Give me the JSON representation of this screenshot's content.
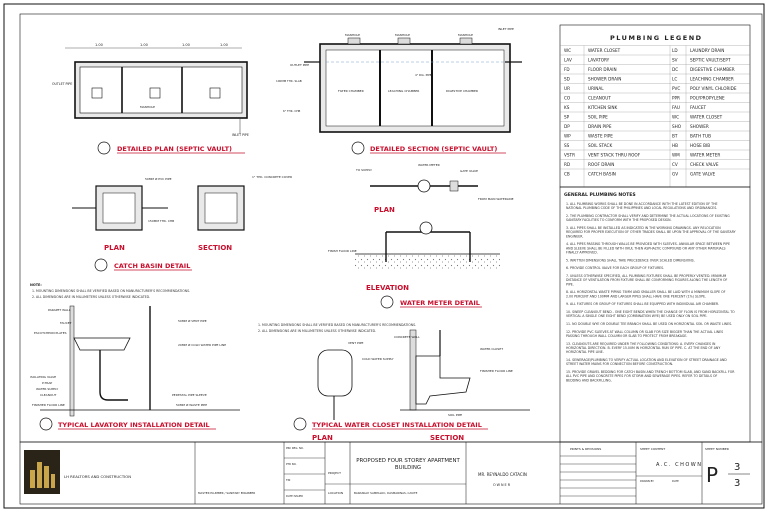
{
  "titles": {
    "detailed_plan": "DETAILED PLAN (SEPTIC VAULT)",
    "detailed_section": "DETAILED SECTION (SEPTIC VAULT)",
    "catch_basin": "CATCH BASIN DETAIL",
    "water_meter": "WATER METER DETAIL",
    "lavatory": "TYPICAL LAVATORY INSTALLATION DETAIL",
    "water_closet": "TYPICAL WATER CLOSET INSTALLATION DETAIL",
    "plan": "PLAN",
    "section": "SECTION",
    "elevation": "ELEVATION"
  },
  "vault_plan_labels": {
    "dims": [
      "1.00",
      "1.00",
      "1.00",
      "1.00"
    ],
    "outlet_pipe": "OUTLET PIPE",
    "inlet_pipe": "INLET PIPE",
    "manhole": "MANHOLE",
    "outlet_pipe_left": "OUTLET PIPE"
  },
  "vault_section_labels": {
    "manholes": [
      "MANHOLE",
      "MANHOLE",
      "MANHOLE"
    ],
    "inlet_pipe": "INLET PIPE",
    "outlet_pipe": "OUTLET PIPE",
    "filter_chamber": "FILTER CHAMBER",
    "leaching_chamber": "LEACHING CHAMBER",
    "digestive_chamber": "DIGESTIVE CHAMBER",
    "slab_note": "100MM THK. SLAB",
    "chb_note": "6\" THK. CHB",
    "gravel_note": "50MM GRAVEL & SAND WITH 0.10 OF FILL",
    "pipe_note": "4\" DIA. PIPE"
  },
  "catch_basin_labels": {
    "pvc": "50MM Ø PVC PIPE",
    "chb": "150MM THK. CHB",
    "cover": "1\" THK. CONCRETE COVER"
  },
  "water_meter_labels": {
    "to_supply": "TO SUPPLY",
    "meter": "WATER METER",
    "gate_valve": "GATE VALVE",
    "from_main": "FROM MAIN WATERLINE",
    "floor_line": "FINISH FLOOR LINE"
  },
  "lav_labels": {
    "parapet": "PARAPET WALL",
    "faucet": "FAUCET",
    "escutcheon": "ESCUTCHEON PLATES",
    "isolating": "ISOLATING VALVE",
    "ptrap": "P-TRAP",
    "supply": "WATER SUPPLY",
    "cleanout": "CLEANOUT",
    "floor": "FINISHED FLOOR LINE",
    "vent": "50MM Ø VENT PIPE",
    "cold": "20MM Ø COLD WATER PIPE LINE",
    "pedestal": "PEDESTAL PIPE SLEEVE",
    "waste": "50MM Ø WASTE PIPE"
  },
  "wc_labels": {
    "concrete_wall": "CONCRETE WALL",
    "water_closet": "WATER CLOSET",
    "finished": "FINISHED FLOOR LINE",
    "vent": "VENT PIPE",
    "soil": "SOIL PIPE",
    "cold": "COLD WATER SUPPLY"
  },
  "notes": {
    "heading": "NOTE:",
    "items": [
      "1. MOUNTING DIMENSIONS SHALL BE VERIFIED BASED ON MANUFACTURER'S RECOMMENDATIONS.",
      "2. ALL DIMENSIONS ARE IN MILLIMETERS UNLESS OTHERWISE INDICATED."
    ]
  },
  "legend": {
    "title": "PLUMBING LEGEND",
    "rows": [
      [
        "WC",
        "WATER CLOSET",
        "LD",
        "LAUNDRY DRAIN"
      ],
      [
        "LAV",
        "LAVATORY",
        "SV",
        "SEPTIC VAULT/SEPT"
      ],
      [
        "FD",
        "FLOOR DRAIN",
        "DC",
        "DIGESTIVE CHAMBER"
      ],
      [
        "SD",
        "SHOWER DRAIN",
        "LC",
        "LEACHING CHAMBER"
      ],
      [
        "UR",
        "URINAL",
        "PVC",
        "POLY VINYL CHLORIDE"
      ],
      [
        "CO",
        "CLEANOUT",
        "PPR",
        "POLYPROPYLENE"
      ],
      [
        "KS",
        "KITCHEN SINK",
        "FAU",
        "FAUCET"
      ],
      [
        "SP",
        "SOIL PIPE",
        "WC",
        "WATER CLOSET"
      ],
      [
        "DP",
        "DRAIN PIPE",
        "SHO",
        "SHOWER"
      ],
      [
        "WP",
        "WASTE PIPE",
        "BT",
        "BATH TUB"
      ],
      [
        "SS",
        "SOIL STACK",
        "HB",
        "HOSE BIB"
      ],
      [
        "VSTR",
        "VENT STACK THRU ROOF",
        "WM",
        "WATER METER"
      ],
      [
        "RD",
        "ROOF DRAIN",
        "CV",
        "CHECK VALVE"
      ],
      [
        "CB",
        "CATCH BASIN",
        "GV",
        "GATE VALVE"
      ]
    ]
  },
  "general_notes": {
    "title": "GENERAL PLUMBING NOTES",
    "items": [
      "1. ALL PLUMBING WORKS SHALL BE DONE IN ACCORDANCE WITH THE LATEST EDITION OF THE NATIONAL PLUMBING CODE OF THE PHILIPPINES AND LOCAL REGULATIONS AND ORDINANCES.",
      "2. THE PLUMBING CONTRACTOR SHALL VERIFY AND DETERMINE THE ACTUAL LOCATIONS OF EXISTING SANITARY FACILITIES TO CONFORM WITH THE PROPOSED DESIGN.",
      "3. ALL PIPES SHALL BE INSTALLED AS INDICATED IN THE WORKING DRAWINGS. ANY RELOCATION REQUIRED FOR PROPER EXECUTION OF OTHER TRADES SHALL BE UPON THE APPROVAL OF THE SANITARY ENGINEER.",
      "4. ALL PIPES PASSING THROUGH WALLS BE PROVIDED WITH SLEEVES. ANNULAR SPACE BETWEEN PIPE AND SLEEVE SHALL BE FILLED WITH OKUL THEN ASPHALTIC COMPOUND OR ANY OTHER MATERIALS FINALLY APPROVED.",
      "5. WRITTEN DIMENSIONS SHALL TAKE PRECEDENCE OVER SCALED DIMENSIONS.",
      "6. PROVIDE CONTROL VALVE FOR EACH GROUP OF FIXTURES.",
      "7. UNLESS OTHERWISE SPECIFIED, ALL PLUMBING FIXTURES SHALL BE PROPERLY VENTED. MINIMUM DISTANCE OF VENTILATION FROM FIXTURE SHALL BE CONFORMING FIGURES ALONG THE LENGTH OF PIPE.",
      "8. ALL HORIZONTAL WASTE PIPING 75MM AND SMALLER SHALL BE LAID WITH A MINIMUM SLOPE OF 2.00 PERCENT AND 100MM AND LARGER PIPES SHALL HAVE ONE PERCENT (1%) SLOPE.",
      "9. ALL FIXTURES OR GROUP OF FIXTURES SHALL BE EQUIPPED WITH INDIVIDUAL AIR CHAMBER.",
      "10. SWEEP CLEANOUT BEND - ONE EIGHT BENDS WHEN THE CHANGE OF FLOW IS FROM HORIZONTAL TO VERTICAL A SINGLE ONE EIGHT BEND (COMBINATION WYE) BE USED ONLY ON SOIL PIPE.",
      "11. NO DOUBLE WYE OR DOUBLE TEE BRANCH SHALL BE USED ON HORIZONTAL SOIL OR WASTE LINES.",
      "12. PROVIDE PVC SLEEVES AT WALL COLUMN OR SLAB FOR SIZE BIGGER THAN THE ACTUAL LINES PASSING THROUGH WALL COLUMN OR SLAB TO PROTECT FROM BREAKAGE.",
      "13. CLEANOUTS ARE REQUIRED UNDER THE FOLLOWING CONDITIONS: A. EVERY CHANGES IN HORIZONTAL DIRECTION. B. EVERY 15.00M IN HORIZONTAL RUN OF PIPE. C. AT THE END OF ANY HORIZONTAL PIPE LINE.",
      "14. SEWERAGE/PLUMBING TO VERIFY ACTUAL LOCATION AND ELEVATION OF STREET DRAINAGE AND STREET WATER MAINS FOR CONNECTION BEFORE CONSTRUCTION.",
      "15. PROVIDE GRAVEL BEDDING FOR CATCH BASIN AND TRENCH BOTTOM SLAB, AND SAND BACKFILL FOR ALL PVC PIPE AND CONCRETE PIPES FOR STORM AND SEWERAGE PIPES. REFER TO DETAILS OF BEDDING AND BACKFILLING."
    ]
  },
  "title_block": {
    "company": "LH REALTORS AND CONSTRUCTION",
    "engineer": "MASTER PLUMBER / SANITARY ENGINEER",
    "prc": "PRC REG. NO.",
    "ptr": "PTR NO.",
    "tin": "TIN",
    "issued": "DATE ISSUED",
    "project_label": "PROJECT",
    "project": "PROPOSED FOUR STOREY APARTMENT BUILDING",
    "location_label": "LOCATION",
    "location": "BARANGAY SAMPALOC, DASMARINAS, CAVITE",
    "owner_name": "MR. REYNALDO CATACIN",
    "owner_label": "OWNER",
    "printing": "PRINTS & REVISIONS",
    "sheet_content": "SHEET CONTENT",
    "sheet_number_label": "SHEET NUMBER",
    "drawn_label": "DRAWN BY",
    "drawn": "A.C. CHOWN",
    "date_label": "DATE",
    "sheet_letter": "P",
    "sheet_num": "3",
    "sheet_total": "3"
  }
}
